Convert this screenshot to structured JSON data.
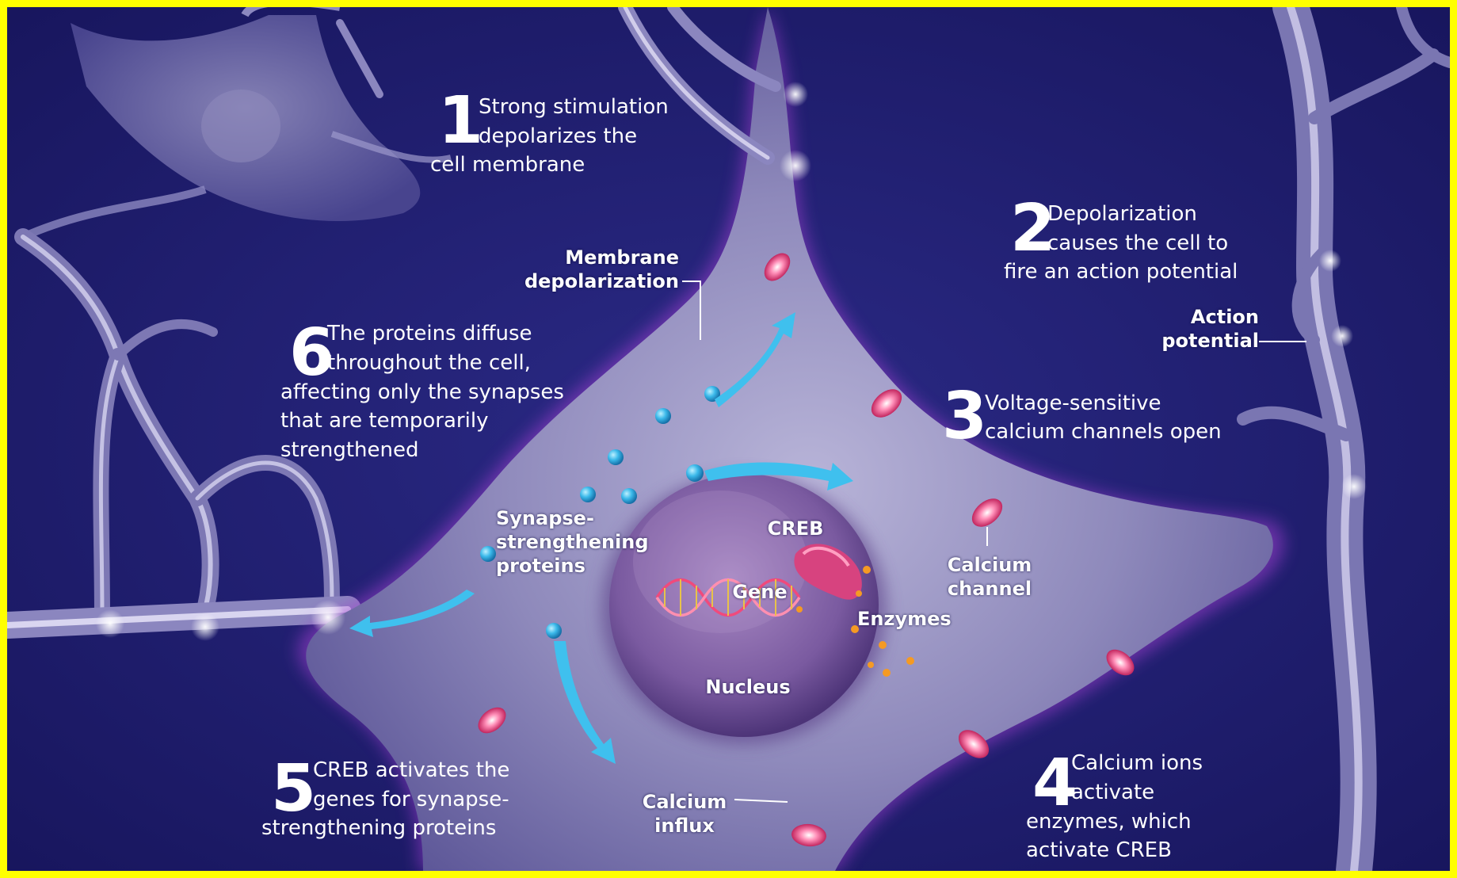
{
  "colors": {
    "frame": "#ffff00",
    "background": "#1d1b6d",
    "cell_body": "#8f8dbb",
    "membrane_glow": "#a43bd0",
    "nucleus": "#7a5a9e",
    "dna": "#e8366c",
    "creb": "#d5407f",
    "protein": "#38b7e8",
    "enzyme": "#f59a23"
  },
  "steps": [
    {
      "number": "1",
      "lines": [
        "Strong stimulation",
        "depolarizes the",
        "cell membrane"
      ]
    },
    {
      "number": "2",
      "lines": [
        "Depolarization",
        "causes the cell to",
        "fire an action potential"
      ]
    },
    {
      "number": "3",
      "lines": [
        "Voltage-sensitive",
        "calcium channels open"
      ]
    },
    {
      "number": "4",
      "lines": [
        "Calcium ions",
        "activate",
        "enzymes, which",
        "activate CREB"
      ]
    },
    {
      "number": "5",
      "lines": [
        "CREB activates the",
        "genes for synapse-",
        "strengthening proteins"
      ]
    },
    {
      "number": "6",
      "lines": [
        "The proteins diffuse",
        "throughout the cell,",
        "affecting only the synapses",
        "that are temporarily",
        "strengthened"
      ]
    }
  ],
  "labels": {
    "membrane_depolarization": [
      "Membrane",
      "depolarization"
    ],
    "action_potential": [
      "Action",
      "potential"
    ],
    "synapse_proteins": [
      "Synapse-",
      "strengthening",
      "proteins"
    ],
    "creb": "CREB",
    "gene": "Gene",
    "enzymes": "Enzymes",
    "nucleus": "Nucleus",
    "calcium_channel": [
      "Calcium",
      "channel"
    ],
    "calcium_influx": [
      "Calcium",
      "influx"
    ]
  }
}
